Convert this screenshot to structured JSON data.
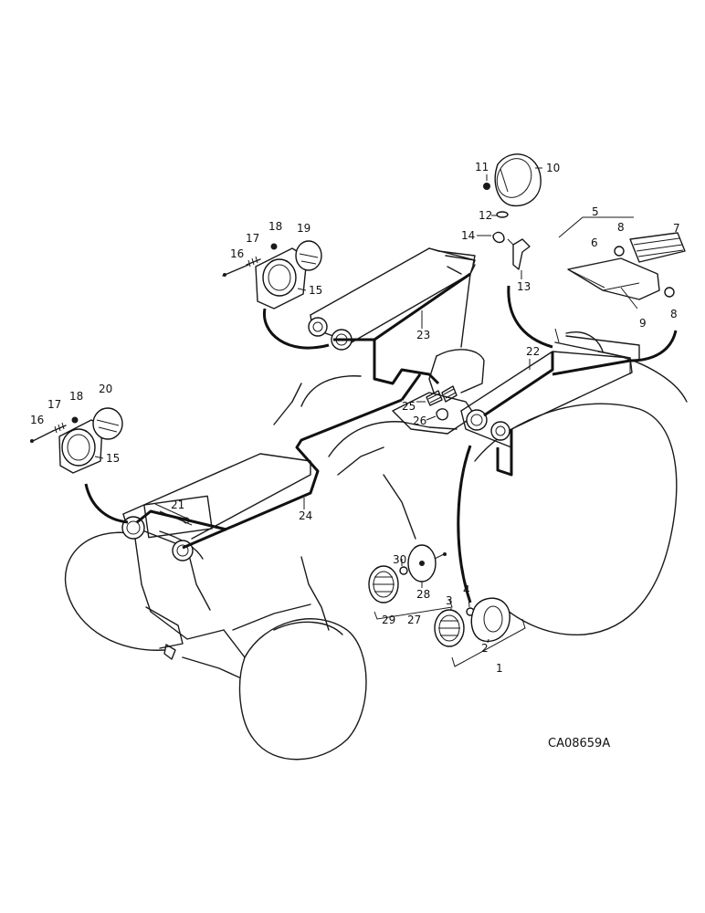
{
  "diagram": {
    "code": "CA08659A",
    "callouts": {
      "c1": "1",
      "c2": "2",
      "c3": "3",
      "c4": "4",
      "c5": "5",
      "c6": "6",
      "c7": "7",
      "c8a": "8",
      "c8b": "8",
      "c9": "9",
      "c10": "10",
      "c11": "11",
      "c12": "12",
      "c13": "13",
      "c14": "14",
      "c15a": "15",
      "c15b": "15",
      "c16a": "16",
      "c16b": "16",
      "c17a": "17",
      "c17b": "17",
      "c18a": "18",
      "c18b": "18",
      "c19": "19",
      "c20": "20",
      "c21": "21",
      "c22": "22",
      "c23": "23",
      "c24": "24",
      "c25": "25",
      "c26": "26",
      "c27": "27",
      "c28": "28",
      "c29": "29",
      "c30": "30"
    }
  }
}
